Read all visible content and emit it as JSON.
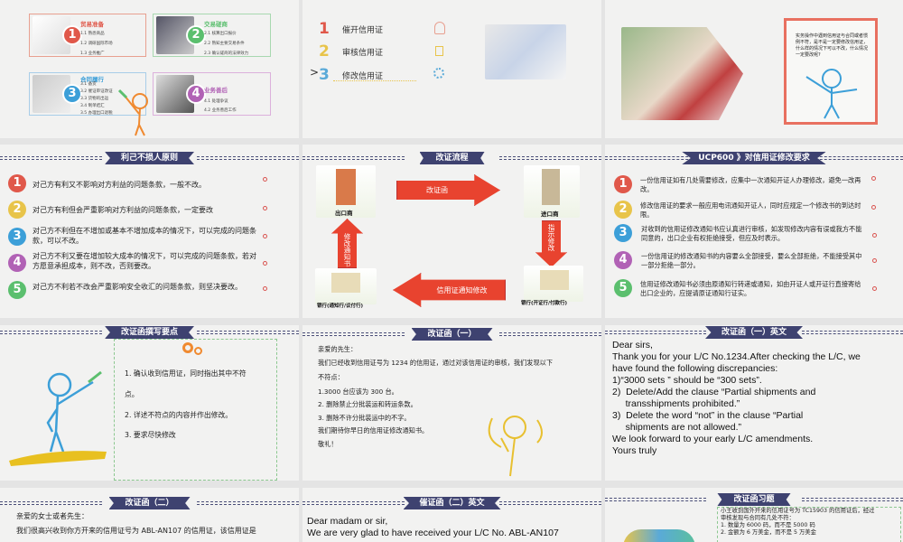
{
  "slide1": {
    "boxes": [
      {
        "num": "1",
        "title": "贸易准备",
        "color": "#e0584a",
        "items": [
          "1.1  熟悉商品",
          "1.2  调研国际市场",
          "1.3  业务推广"
        ]
      },
      {
        "num": "2",
        "title": "交易磋商",
        "color": "#5bbf6e",
        "items": [
          "2.1  核算出口报价",
          "2.2  熟知主要交易条件",
          "2.3  确认磋商的法律效力"
        ]
      },
      {
        "num": "3",
        "title": "合同履行",
        "color": "#3c9fd8",
        "items": [
          "3.1  备货",
          "3.2  催证审证改证",
          "3.3  货物的出运",
          "3.4  制单结汇",
          "3.5  办理出口退税"
        ]
      },
      {
        "num": "4",
        "title": "业务善后",
        "color": "#b162b5",
        "items": [
          "4.1  处理争议",
          "4.2  业务善后工作"
        ]
      }
    ]
  },
  "slide2": {
    "items": [
      {
        "num": "1",
        "label": "催开信用证",
        "color": "#e0584a"
      },
      {
        "num": "2",
        "label": "审核信用证",
        "color": "#e8c44a"
      },
      {
        "num": "3",
        "label": "修改信用证",
        "color": "#5aaad8"
      }
    ],
    "current_marker": ">"
  },
  "slide3": {
    "note": "实务操作中遇到信用证与合同或者惯例不符，是不是一定要修改信用证，什么样的情况下可以不改，什么情况一定要改呢?"
  },
  "slide4": {
    "title": "利己不损人原则",
    "items": [
      "对己方有利又不影响对方利益的问题条款，一般不改。",
      "对己方有利但会严重影响对方利益的问题条款，一定要改",
      "对己方不利但在不增加或基本不增加成本的情况下，可以完成的问题条款，可以不改。",
      "对己方不利又要在增加较大成本的情况下，可以完成的问题条款，若对方愿意承担成本，则不改，否则要改。",
      "对己方不利若不改会严重影响安全收汇的问题条款，则坚决要改。"
    ]
  },
  "slide5": {
    "title": "改证流程",
    "exporter": "出口商",
    "importer": "进口商",
    "advising_bank": "银行(通知行/议付行)",
    "issuing_bank": "银行(开证行/付款行)",
    "arrow_right": "改证函",
    "arrow_down": "指示修改",
    "arrow_left": "信用证通知修改",
    "arrow_up": "修改通知书"
  },
  "slide6": {
    "title": "UCP600 》对信用证修改要求",
    "items": [
      "一份信用证如有几处需要修改，应集中一次通知开证人办理修改，避免一改再改。",
      "修改信用证的要求一般应用电讯通知开证人，同时应规定一个修改书的到达时限。",
      "对收到的信用证修改通知书应认真进行审核，如发现修改内容有误或我方不能同意的，出口企业有权拒绝接受，但应及时表示。",
      "一份信用证的修改通知书的内容要么全部接受，要么全部拒绝，不能接受其中一部分拒绝一部分。",
      "信用证修改通知书必须由原通知行转递或通知，如由开证人或开证行直接寄给出口企业的，应提请原证通知行证实。"
    ]
  },
  "slide7": {
    "title": "改证函撰写要点",
    "lines": [
      "1. 确认收到信用证，同时指出其中不符",
      "点。",
      "2. 详述不符点的内容并作出修改。",
      "3. 要求尽快修改"
    ]
  },
  "slide8": {
    "title": "改证函（一）",
    "lines": [
      "亲爱的先生：",
      "我们已经收到信用证号为 1234 的信用证，通过对该信用证的审核，我们发现以下",
      "不符点：",
      "1.3000 台应该为 300 台。",
      "2. 删除禁止分批装运和转运条款。",
      "3. 删除不许分批装运中的不字。",
      "我们期待你早日的信用证修改通知书。",
      "敬礼！"
    ]
  },
  "slide9": {
    "title": "改证函（一）英文",
    "lines": [
      "Dear sirs,",
      "Thank you for your L/C No.1234.After checking the L/C, we",
      "have found the following discrepancies:",
      "1)“3000 sets ” should be “300 sets”.",
      "2)  Delete/Add the clause “Partial shipments and",
      "     transshipments prohibited.”",
      "3)  Delete the word “not” in the clause “Partial",
      "     shipments are not allowed.”",
      "We look forward to your early L/C amendments.",
      "Yours truly"
    ]
  },
  "slide10": {
    "title": "改证函（二）",
    "lines": [
      "亲爱的女士或者先生：",
      "我们很高兴收到你方开来的信用证号为 ABL-AN107 的信用证，该信用证是"
    ]
  },
  "slide11": {
    "title": "催证函（二）英文",
    "lines": [
      "Dear madam or sir,",
      "We are very glad to have received your L/C No. ABL-AN107"
    ]
  },
  "slide12": {
    "title": "改证函习题",
    "lines": [
      "小王收到国外开来的信用证号为 TC15903 的信用证后，经过",
      "审核发现与合同有几处不符：",
      "1. 数量为 6000 码，而不是 5000 码",
      "2. 金额为 6 万美金，而不是 5 万美金"
    ]
  },
  "colors": {
    "banner": "#3e4270",
    "red": "#e0584a",
    "yellow": "#e8c44a",
    "blue": "#3c9fd8",
    "purple": "#b162b5",
    "green": "#5bbf6e",
    "arrow": "#e8432f"
  }
}
